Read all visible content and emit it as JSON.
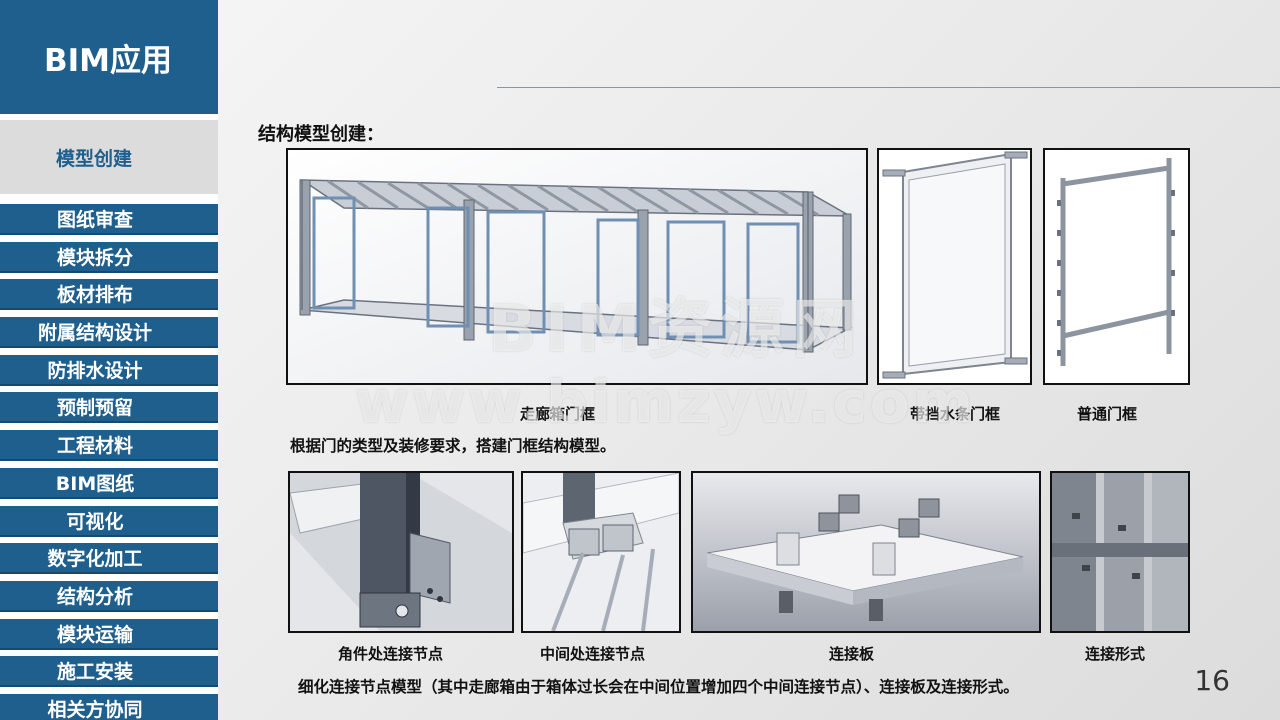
{
  "sidebar": {
    "brand": "BIM应用",
    "active": "模型创建",
    "items": [
      "图纸审查",
      "模块拆分",
      "板材排布",
      "附属结构设计",
      "防排水设计",
      "预制预留",
      "工程材料",
      "BIM图纸",
      "可视化",
      "数字化加工",
      "结构分析",
      "模块运输",
      "施工安装",
      "相关方协同"
    ]
  },
  "content": {
    "section_title": "结构模型创建：",
    "top_captions": [
      "走廊箱门框",
      "带挡水条门框",
      "普通门框"
    ],
    "top_desc": "根据门的类型及装修要求，搭建门框结构模型。",
    "bottom_captions": [
      "角件处连接节点",
      "中间处连接节点",
      "连接板",
      "连接形式"
    ],
    "bottom_desc": "细化连接节点模型（其中走廊箱由于箱体过长会在中间位置增加四个中间连接节点）、连接板及连接形式。"
  },
  "watermark": {
    "line1": "BIM资源网",
    "line2": "www.bimzyw.com"
  },
  "page_number": "16",
  "colors": {
    "brand": "#1f5f8d",
    "active_bg": "#dcdcdc",
    "rule": "#6f9cc0"
  }
}
